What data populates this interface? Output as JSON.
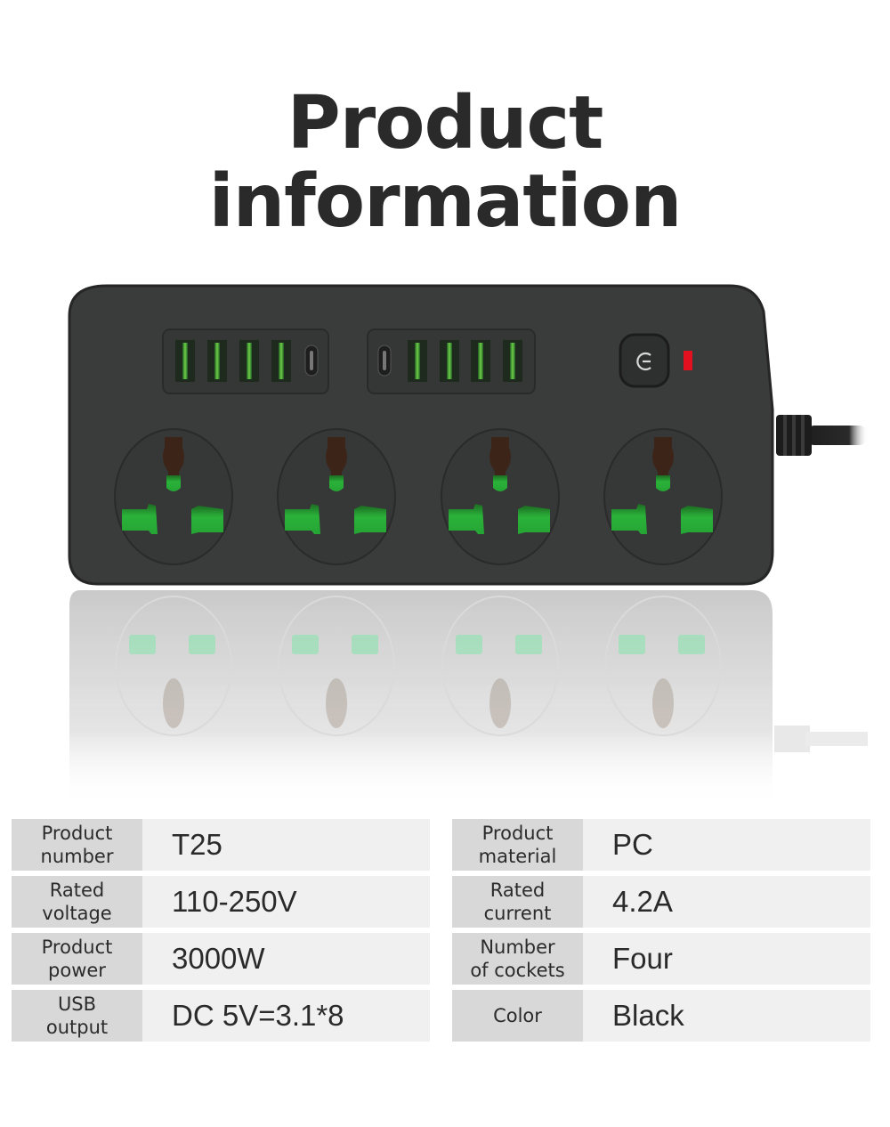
{
  "header": {
    "title_line1": "Product",
    "title_line2": "information"
  },
  "product_image": {
    "description": "Black power strip with 4 universal sockets, 8 USB-A ports, 2 USB-C ports, power button and red indicator",
    "body_color": "#3a3b3b",
    "accent_color": "#2aa836",
    "indicator_color": "#e3101f",
    "sockets": 4,
    "usb_groups": [
      {
        "ports": [
          "usb-a",
          "usb-a",
          "usb-a",
          "usb-a",
          "usb-c"
        ]
      },
      {
        "ports": [
          "usb-c",
          "usb-a",
          "usb-a",
          "usb-a",
          "usb-a"
        ]
      }
    ]
  },
  "specs": {
    "left": [
      {
        "label": "Product\nnumber",
        "value": "T25"
      },
      {
        "label": "Rated\nvoltage",
        "value": "110-250V"
      },
      {
        "label": "Product\npower",
        "value": "3000W"
      },
      {
        "label": "USB\noutput",
        "value": "DC 5V=3.1*8"
      }
    ],
    "right": [
      {
        "label": "Product\nmaterial",
        "value": "PC"
      },
      {
        "label": "Rated\ncurrent",
        "value": "4.2A"
      },
      {
        "label": "Number\nof cockets",
        "value": "Four"
      },
      {
        "label": "Color",
        "value": "Black"
      }
    ]
  },
  "colors": {
    "label_bg": "#d8d8d8",
    "value_bg": "#f0f0f0",
    "text": "#2a2a2a"
  }
}
